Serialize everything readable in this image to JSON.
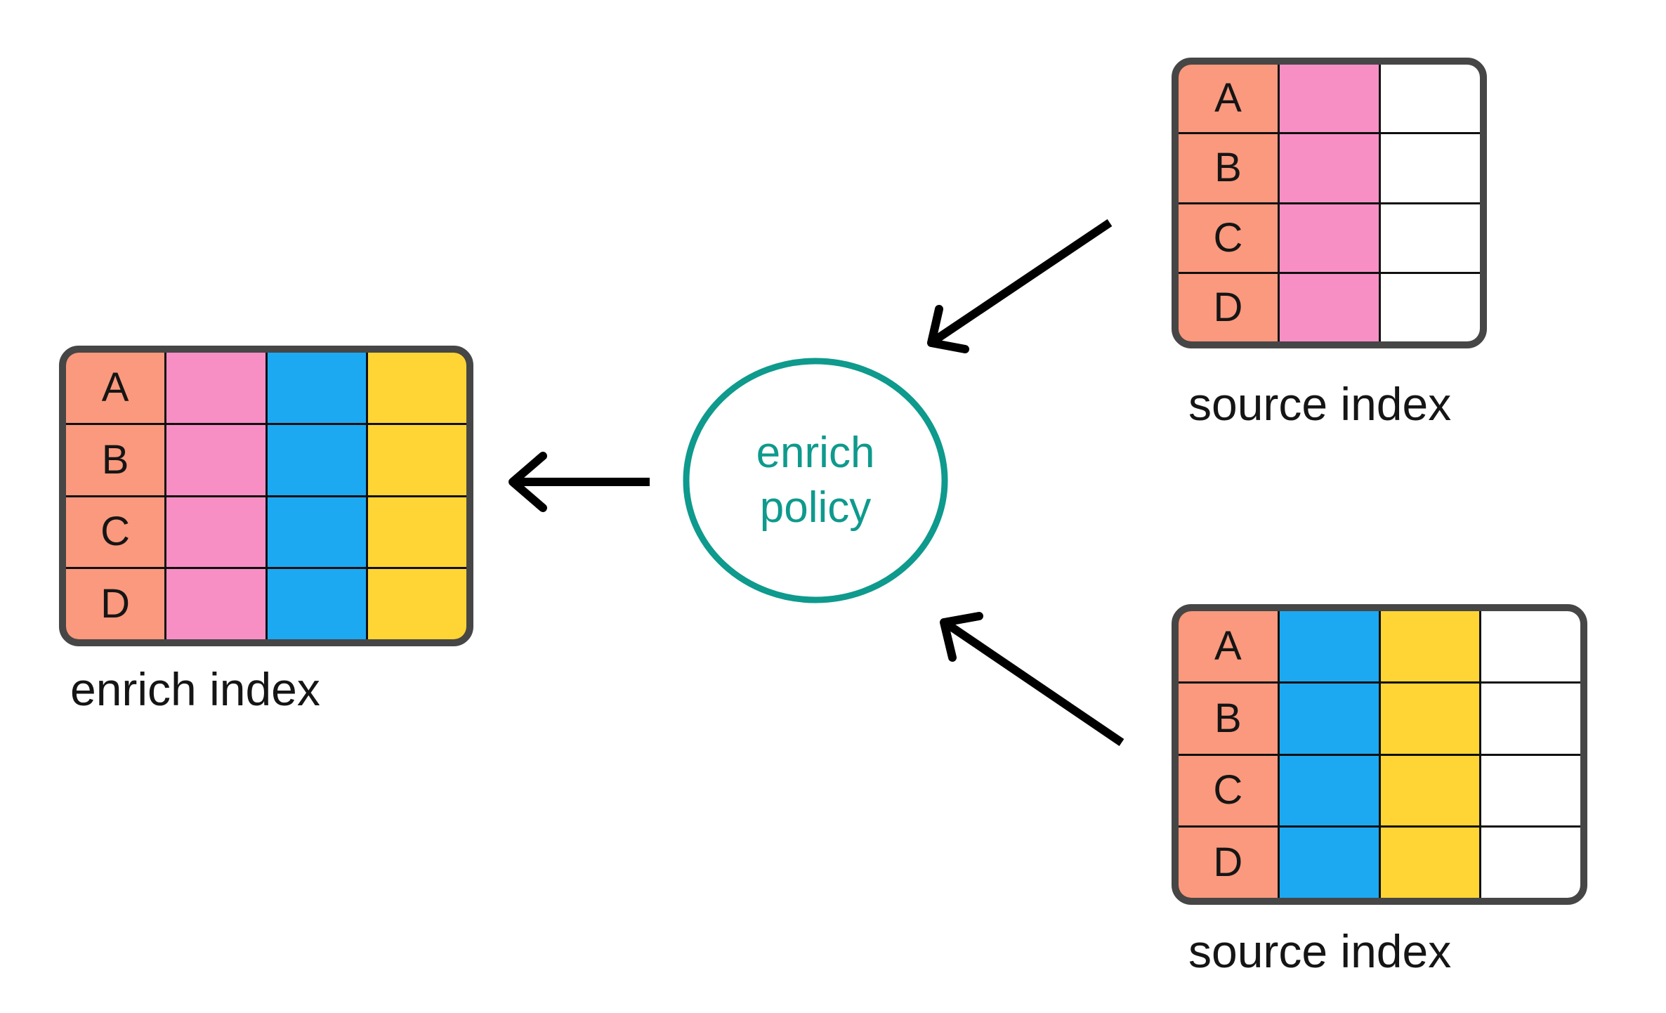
{
  "labels": {
    "enrich_index": "enrich index",
    "source_index_top": "source index",
    "source_index_bottom": "source index"
  },
  "policy": {
    "label": "enrich policy",
    "lines": [
      "enrich",
      "policy"
    ]
  },
  "tables": {
    "enrich": {
      "label": "enrich index",
      "rows": [
        "A",
        "B",
        "C",
        "D"
      ],
      "columns": [
        "salmon",
        "pink",
        "blue",
        "yellow"
      ]
    },
    "source_top": {
      "label": "source index",
      "rows": [
        "A",
        "B",
        "C",
        "D"
      ],
      "columns": [
        "salmon",
        "pink",
        "white"
      ]
    },
    "source_bottom": {
      "label": "source index",
      "rows": [
        "A",
        "B",
        "C",
        "D"
      ],
      "columns": [
        "salmon",
        "blue",
        "yellow",
        "white"
      ]
    }
  },
  "colors": {
    "salmon": "#FA997D",
    "pink": "#F78FC5",
    "blue": "#1DA9F2",
    "yellow": "#FFD535",
    "white": "#FFFFFF",
    "teal": "#0E9A8D",
    "table_border": "#464646",
    "grid_line": "#101010",
    "arrow": "#000000",
    "text": "#151515"
  }
}
